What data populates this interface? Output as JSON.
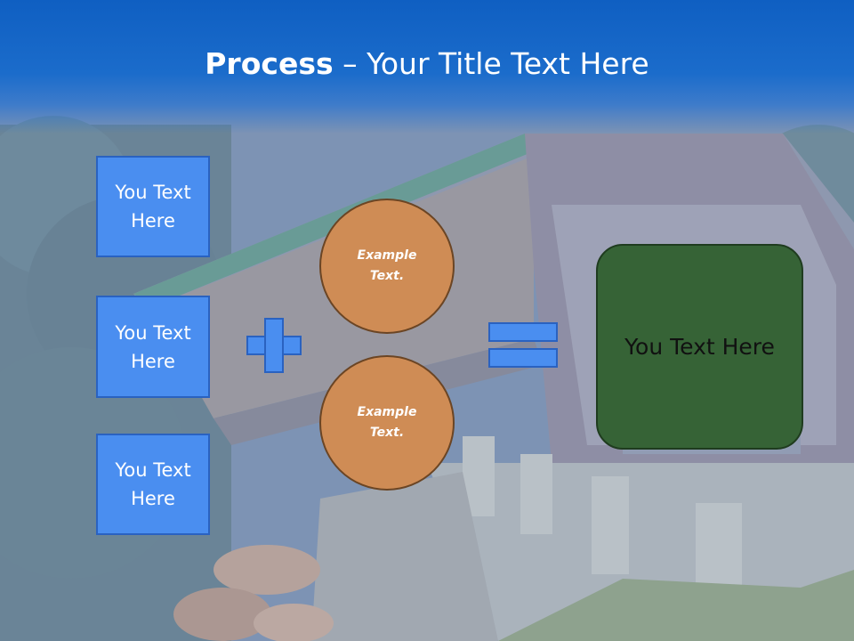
{
  "title": {
    "bold": "Process",
    "dash": " – ",
    "rest": "Your Title Text Here"
  },
  "inputs": [
    {
      "label": "You Text Here"
    },
    {
      "label": "You Text Here"
    },
    {
      "label": "You Text Here"
    }
  ],
  "circles": [
    {
      "label": "Example Text."
    },
    {
      "label": "Example Text."
    }
  ],
  "operators": {
    "plus": "plus-icon",
    "equals": "equals-icon"
  },
  "result": {
    "label": "You Text Here"
  },
  "colors": {
    "header": "#0f5fc2",
    "input_box": "#4a8ef0",
    "circle": "#cf8c55",
    "result_box": "#366336"
  }
}
